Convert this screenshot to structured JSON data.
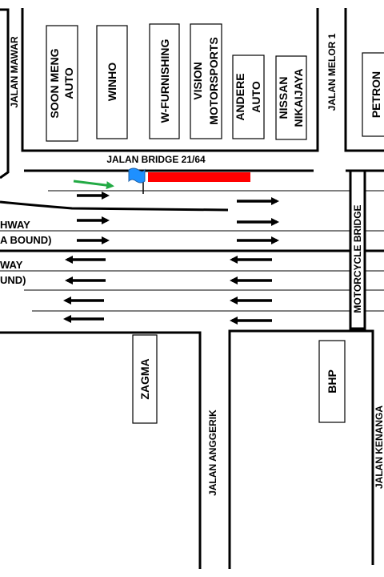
{
  "streets": {
    "jalan_mawar": "JALAN MAWAR",
    "jalan_melor": "JALAN MELOR 1",
    "jalan_bridge": "JALAN BRIDGE 21/64",
    "motorcycle_bridge": "MOTORCYCLE BRIDGE",
    "jalan_anggerik": "JALAN ANGGERIK",
    "jalan_kenanga": "JALAN KENANGA"
  },
  "highway_labels": {
    "top_line1": "HWAY",
    "top_line2": "A BOUND)",
    "bottom_line1": "WAY",
    "bottom_line2": "UND)"
  },
  "shops_north": [
    {
      "line1": "SOON MENG",
      "line2": "AUTO"
    },
    {
      "line1": "WINHO",
      "line2": ""
    },
    {
      "line1": "W-FURNISHING",
      "line2": ""
    },
    {
      "line1": "VISION",
      "line2": "MOTORSPORTS"
    },
    {
      "line1": "ANDERE",
      "line2": "AUTO"
    },
    {
      "line1": "NISSAN",
      "line2": "NIKAIJAYA"
    }
  ],
  "shop_petron": "PETRON",
  "shop_zagma": "ZAGMA",
  "shop_bhp": "BHP",
  "colors": {
    "marker_bar": "#ff0000",
    "flag": "#1e90ff",
    "green_arrow": "#22aa44"
  },
  "icons": {
    "flag": "flag-marker-icon",
    "green_arrow": "green-arrow-icon"
  }
}
